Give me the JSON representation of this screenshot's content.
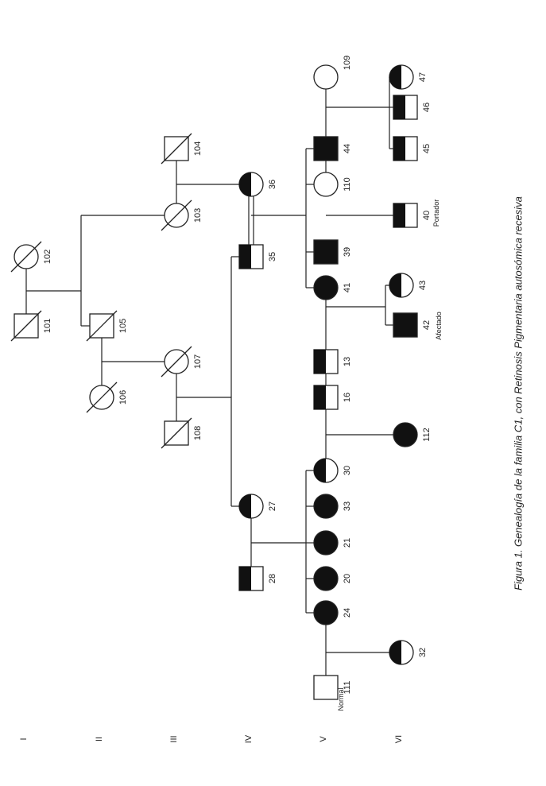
{
  "caption": "Figura 1. Genealogía de la familia C1, con Retinosis Pigmentaria autosómica recesiva",
  "generations": [
    "I",
    "II",
    "III",
    "IV",
    "V",
    "VI"
  ],
  "annotations": {
    "normal": "Normal",
    "afectado": "Afectado",
    "portador": "Portador"
  },
  "colors": {
    "line": "#222222",
    "fill": "#111111",
    "paper": "#ffffff"
  },
  "individuals": [
    {
      "id": "101",
      "sex": "male",
      "status": "deceased"
    },
    {
      "id": "102",
      "sex": "female",
      "status": "deceased"
    },
    {
      "id": "103",
      "sex": "female",
      "status": "deceased"
    },
    {
      "id": "104",
      "sex": "male",
      "status": "deceased"
    },
    {
      "id": "105",
      "sex": "male",
      "status": "deceased"
    },
    {
      "id": "106",
      "sex": "female",
      "status": "deceased"
    },
    {
      "id": "107",
      "sex": "female",
      "status": "deceased"
    },
    {
      "id": "108",
      "sex": "male",
      "status": "deceased"
    },
    {
      "id": "35",
      "sex": "male",
      "status": "carrier"
    },
    {
      "id": "36",
      "sex": "female",
      "status": "carrier"
    },
    {
      "id": "27",
      "sex": "female",
      "status": "carrier"
    },
    {
      "id": "28",
      "sex": "male",
      "status": "carrier"
    },
    {
      "id": "24",
      "sex": "female",
      "status": "affected"
    },
    {
      "id": "20",
      "sex": "female",
      "status": "affected"
    },
    {
      "id": "21",
      "sex": "female",
      "status": "affected"
    },
    {
      "id": "33",
      "sex": "female",
      "status": "affected"
    },
    {
      "id": "30",
      "sex": "female",
      "status": "carrier"
    },
    {
      "id": "16",
      "sex": "male",
      "status": "carrier"
    },
    {
      "id": "13",
      "sex": "male",
      "status": "carrier"
    },
    {
      "id": "41",
      "sex": "female",
      "status": "affected"
    },
    {
      "id": "39",
      "sex": "male",
      "status": "affected"
    },
    {
      "id": "110",
      "sex": "female",
      "status": "normal"
    },
    {
      "id": "44",
      "sex": "male",
      "status": "affected"
    },
    {
      "id": "109",
      "sex": "female",
      "status": "normal"
    },
    {
      "id": "111",
      "sex": "male",
      "status": "normal"
    },
    {
      "id": "112",
      "sex": "female",
      "status": "affected"
    },
    {
      "id": "32",
      "sex": "female",
      "status": "carrier"
    },
    {
      "id": "42",
      "sex": "male",
      "status": "affected"
    },
    {
      "id": "43",
      "sex": "female",
      "status": "carrier"
    },
    {
      "id": "40",
      "sex": "male",
      "status": "carrier"
    },
    {
      "id": "45",
      "sex": "male",
      "status": "carrier"
    },
    {
      "id": "46",
      "sex": "male",
      "status": "carrier"
    },
    {
      "id": "47",
      "sex": "female",
      "status": "carrier"
    }
  ]
}
